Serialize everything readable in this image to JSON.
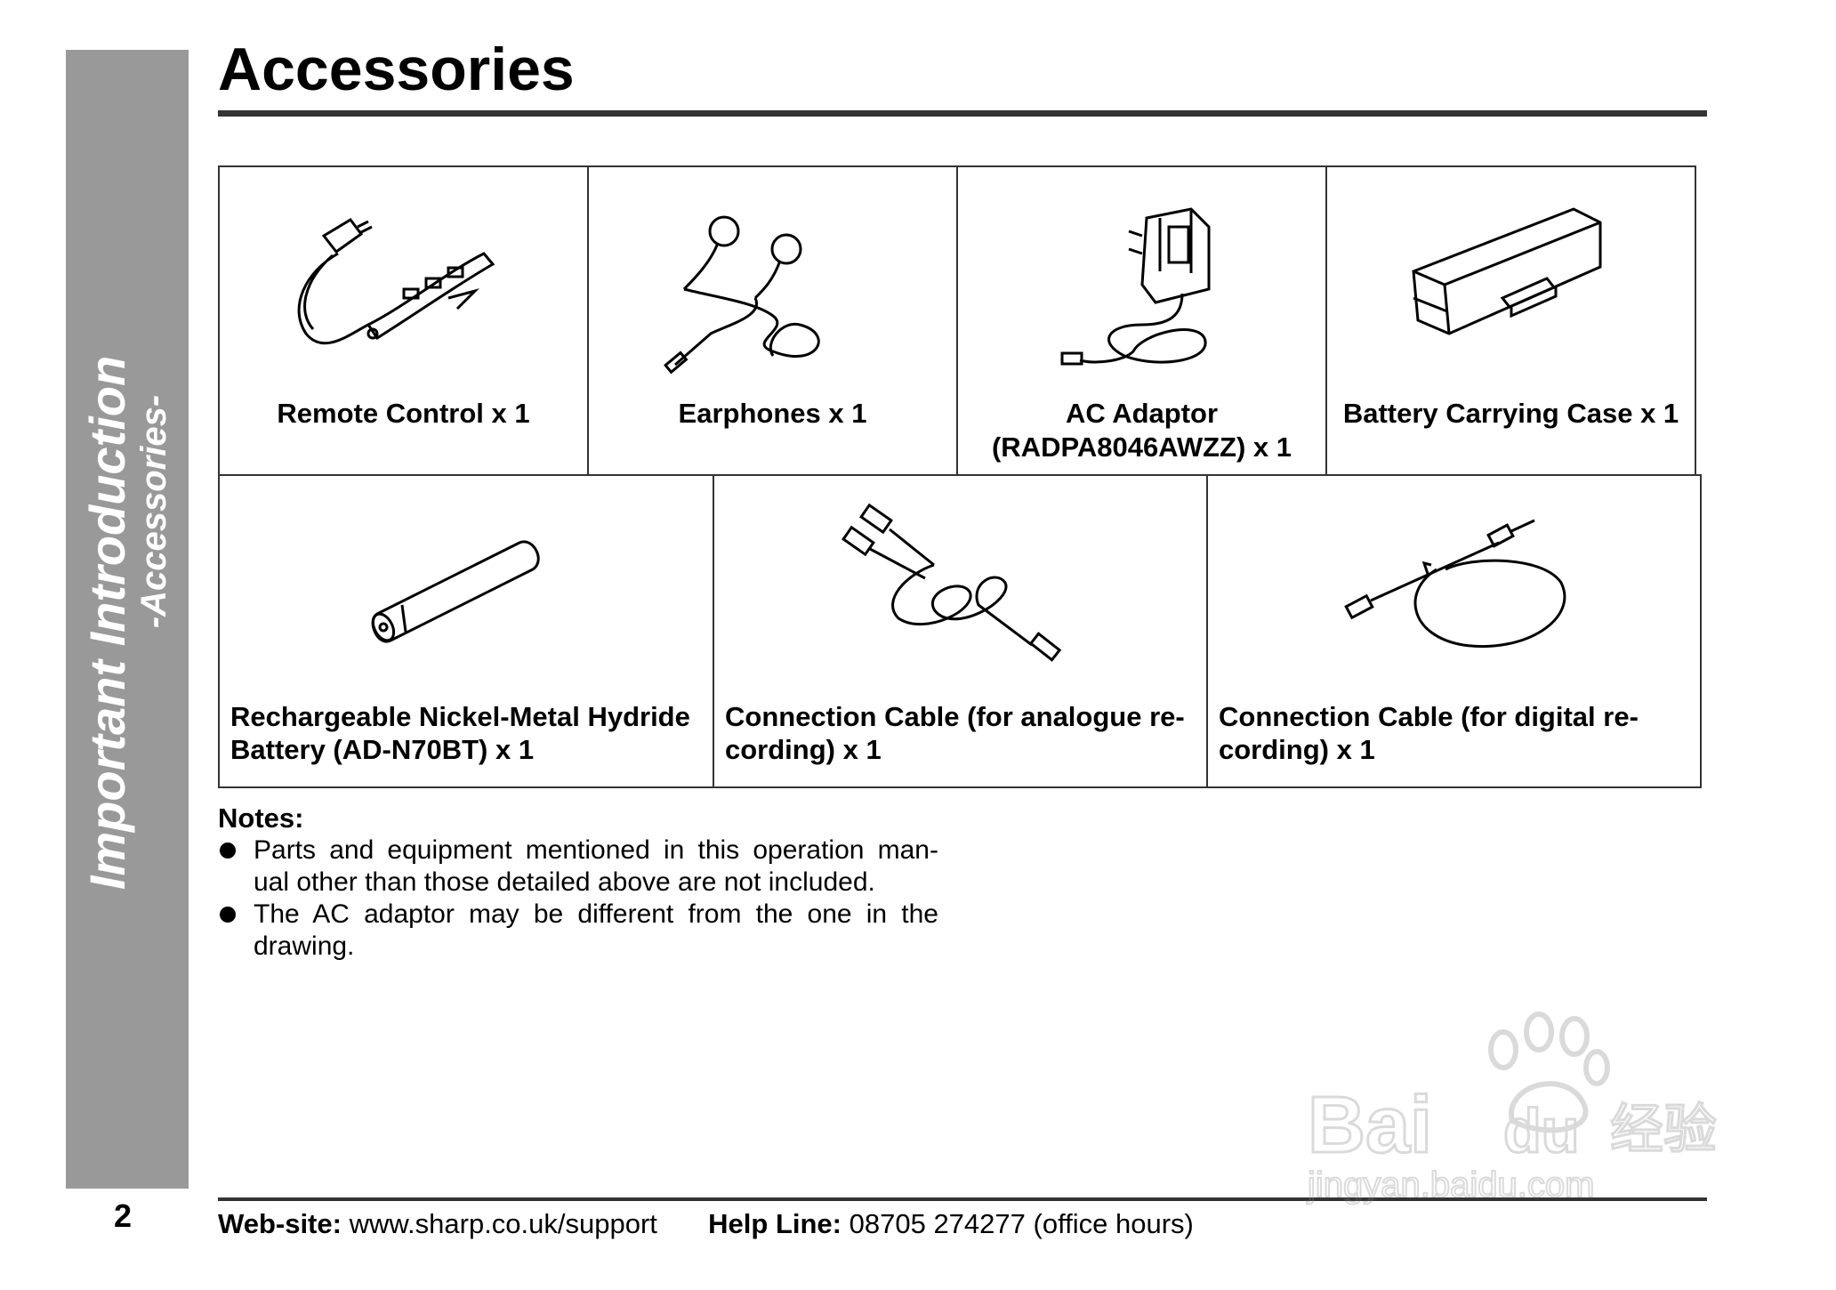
{
  "page": {
    "title": "Accessories",
    "page_number": "2"
  },
  "sidebar": {
    "section": "Important Introduction",
    "subsection": "-Accessories-"
  },
  "accessories_row1": [
    {
      "label": "Remote Control x 1",
      "icon": "remote-control"
    },
    {
      "label": "Earphones x 1",
      "icon": "earphones"
    },
    {
      "label": "AC Adaptor\n(RADPA8046AWZZ) x 1",
      "icon": "ac-adaptor"
    },
    {
      "label": "Battery Carrying Case x 1",
      "icon": "battery-case"
    }
  ],
  "accessories_row2": [
    {
      "label": "Rechargeable Nickel-Metal Hydride Battery (AD-N70BT) x 1",
      "icon": "battery"
    },
    {
      "label": "Connection Cable (for analogue re- cording) x 1",
      "icon": "analogue-cable"
    },
    {
      "label": "Connection Cable (for digital re- cording) x 1",
      "icon": "digital-cable"
    }
  ],
  "notes": {
    "heading": "Notes:",
    "items": [
      "Parts and equipment mentioned in this operation man- ual other than those detailed above are not included.",
      "The AC adaptor may be different from the one in the drawing."
    ]
  },
  "footer": {
    "website_label": "Web-site:",
    "website_value": "www.sharp.co.uk/support",
    "helpline_label": "Help Line:",
    "helpline_value": "08705 274277 (office hours)"
  },
  "watermark": {
    "text": "Bai du 经验",
    "url_text": "jingyan.baidu.com"
  },
  "colors": {
    "sidebar": "#999999",
    "rule": "#333333"
  }
}
